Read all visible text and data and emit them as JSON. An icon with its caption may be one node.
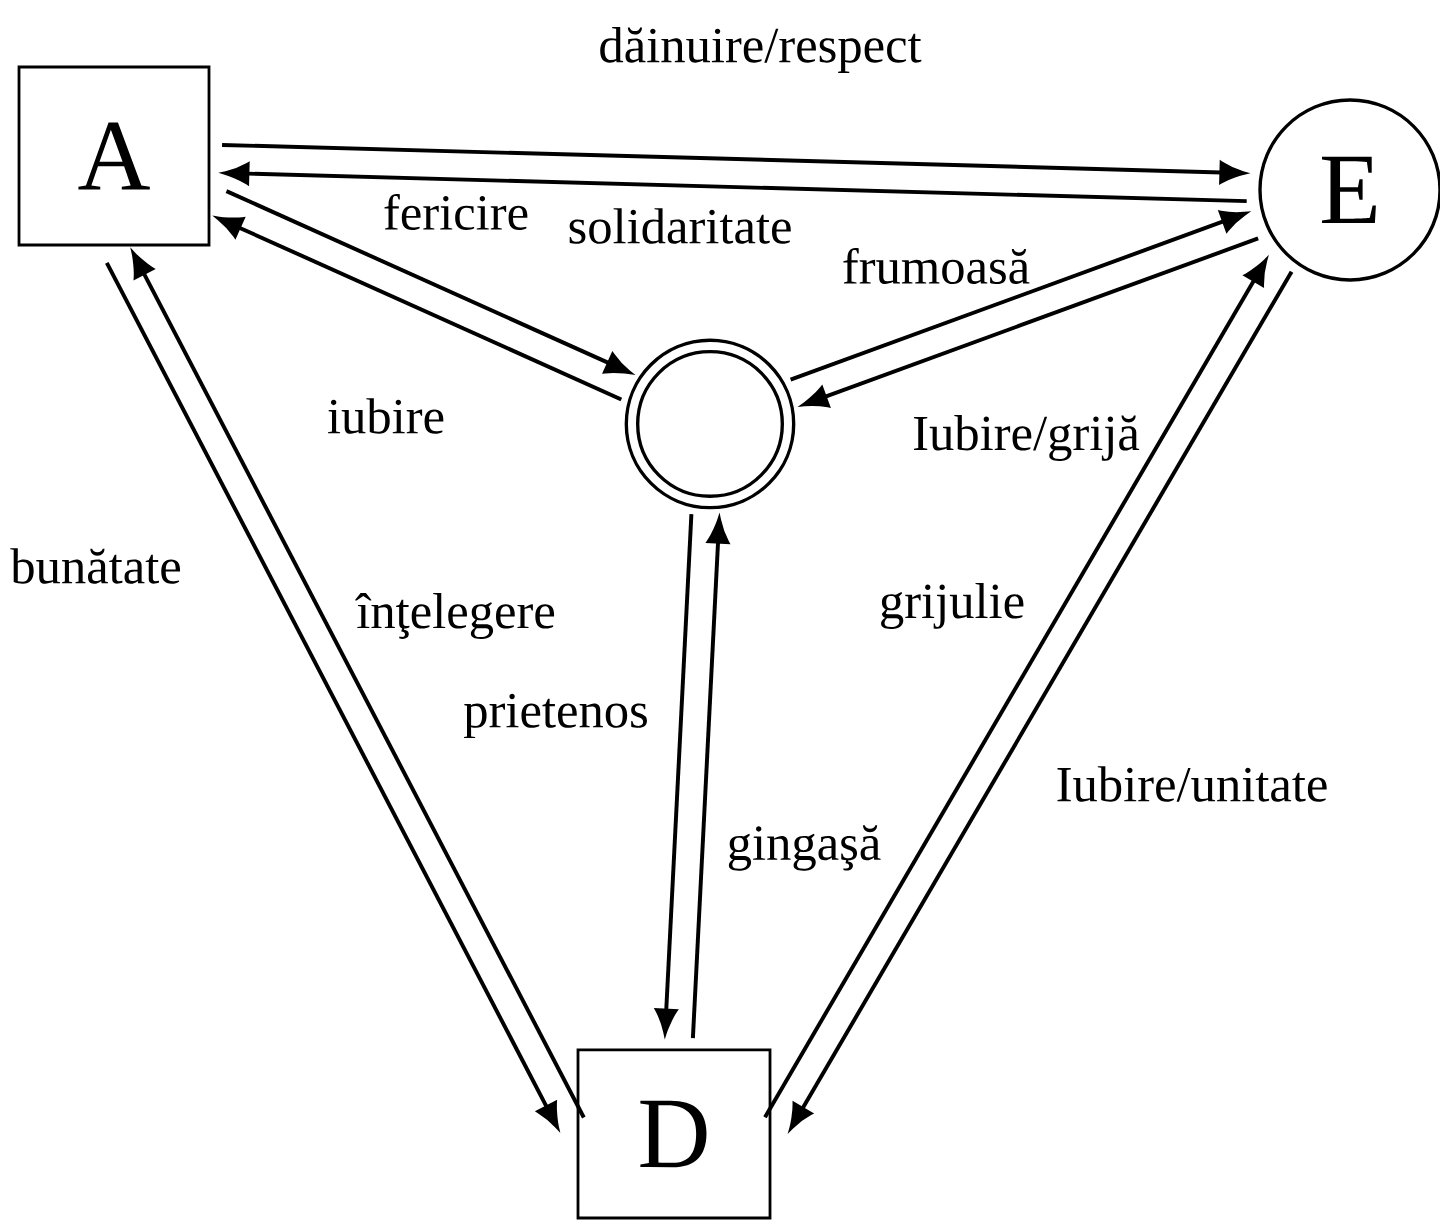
{
  "diagram": {
    "nodes": [
      {
        "text": [
          "A"
        ]
      },
      {
        "text": [
          "E"
        ]
      },
      {
        "text": [],
        "shape": "circle"
      },
      {
        "text": [
          "D"
        ]
      }
    ],
    "edges": [
      {
        "from": 0,
        "to": 1,
        "arrow": "to",
        "label": "dăinuire/respect"
      },
      {
        "from": 1,
        "to": 0,
        "arrow": "to",
        "label": "solidaritate"
      },
      {
        "from": 0,
        "to": 2,
        "arrow": "to",
        "label": "fericire"
      },
      {
        "from": 2,
        "to": 0,
        "arrow": "to",
        "label": "iubire"
      },
      {
        "from": 2,
        "to": 1,
        "arrow": "to",
        "label": "frumoasă"
      },
      {
        "from": 1,
        "to": 2,
        "arrow": "to",
        "label": "Iubire/grijă"
      },
      {
        "from": 0,
        "to": 3,
        "arrow": "to",
        "label": "bunătate"
      },
      {
        "from": 3,
        "to": 0,
        "arrow": "to",
        "label": "înţelegere"
      },
      {
        "from": 2,
        "to": 3,
        "arrow": "to",
        "label": "prietenos"
      },
      {
        "from": 3,
        "to": 2,
        "arrow": "to",
        "label": "gingaşă"
      },
      {
        "from": 3,
        "to": 1,
        "arrow": "to",
        "label": "grijulie"
      },
      {
        "from": 1,
        "to": 3,
        "arrow": "to",
        "label": "Iubire/unitate"
      }
    ]
  }
}
